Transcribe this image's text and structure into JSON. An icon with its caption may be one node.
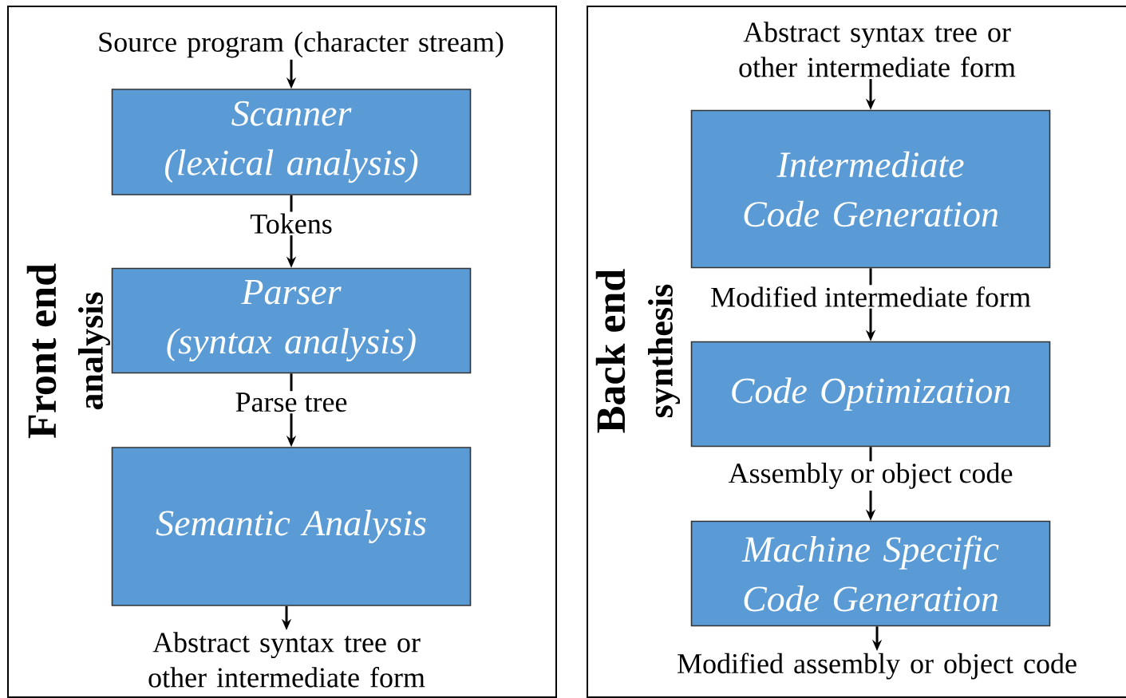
{
  "diagram": {
    "nodes": [
      {
        "text": [
          "Front end",
          "analysis"
        ]
      },
      {
        "text": [
          "Source program (character stream)"
        ],
        "in": 0
      },
      {
        "text": [
          "Scanner",
          "(lexical analysis)"
        ],
        "in": 0
      },
      {
        "text": [
          "Parser",
          "(syntax analysis)"
        ],
        "in": 0
      },
      {
        "text": [
          "Semantic Analysis"
        ],
        "in": 0
      },
      {
        "text": [
          "Abstract syntax tree or other intermediate form"
        ],
        "in": 0
      },
      {
        "text": [
          "Back end",
          "synthesis"
        ]
      },
      {
        "text": [
          "Abstract syntax tree or other intermediate form"
        ],
        "in": 6
      },
      {
        "text": [
          "Intermediate Code Generation"
        ],
        "in": 6
      },
      {
        "text": [
          "Code Optimization"
        ],
        "in": 6
      },
      {
        "text": [
          "Machine Specific Code Generation"
        ],
        "in": 6
      },
      {
        "text": [
          "Modified assembly or object code"
        ],
        "in": 6
      }
    ],
    "edges": [
      {
        "from": 1,
        "to": 2,
        "arrow": "to"
      },
      {
        "from": 2,
        "to": 3,
        "arrow": "to",
        "label": "Tokens"
      },
      {
        "from": 3,
        "to": 4,
        "arrow": "to",
        "label": "Parse tree"
      },
      {
        "from": 4,
        "to": 5,
        "arrow": "to"
      },
      {
        "from": 7,
        "to": 8,
        "arrow": "to"
      },
      {
        "from": 8,
        "to": 9,
        "arrow": "to",
        "label": "Modified intermediate form"
      },
      {
        "from": 9,
        "to": 10,
        "arrow": "to",
        "label": "Assembly or object code"
      },
      {
        "from": 10,
        "to": 11,
        "arrow": "to"
      }
    ]
  }
}
